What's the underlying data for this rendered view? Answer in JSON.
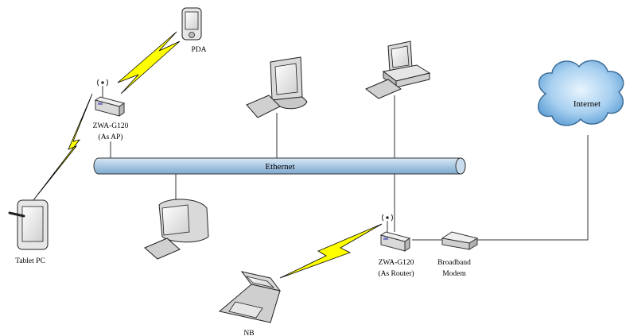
{
  "labels": {
    "pda": "PDA",
    "ap_name": "ZWA-G120",
    "ap_mode": "(As AP)",
    "tablet": "Tablet PC",
    "ethernet": "Ethernet",
    "router_name": "ZWA-G120",
    "router_mode": "(As Router)",
    "modem_line1": "Broadband",
    "modem_line2": "Modem",
    "internet": "Internet",
    "notebook": "NB"
  },
  "colors": {
    "ethernet_bus": "#b7d3ea",
    "wireless_bolt": "#ffff00",
    "cloud": "#9fc9ec",
    "device_gray": "#d9d9d9"
  },
  "icons": [
    "pda-icon",
    "access-point-icon",
    "tablet-icon",
    "desktop-icon",
    "router-icon",
    "modem-icon",
    "cloud-icon",
    "laptop-icon",
    "lightning-icon"
  ]
}
